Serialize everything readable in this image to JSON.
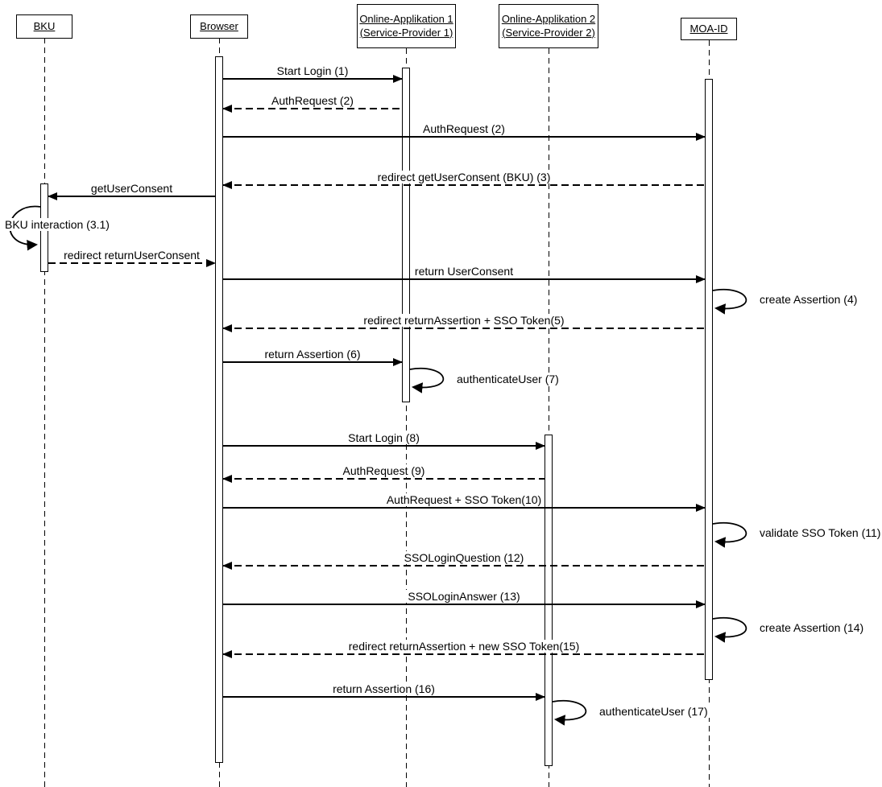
{
  "diagram": {
    "type": "uml-sequence-diagram",
    "actors": [
      {
        "id": "bku",
        "label": "BKU"
      },
      {
        "id": "browser",
        "label": "Browser"
      },
      {
        "id": "oa1",
        "label": "Online-Applikation 1",
        "label2": "(Service-Provider 1)"
      },
      {
        "id": "oa2",
        "label": "Online-Applikation 2",
        "label2": "(Service-Provider 2)"
      },
      {
        "id": "moaid",
        "label": "MOA-ID"
      }
    ],
    "messages": [
      {
        "text": "Start Login (1)",
        "kind": "call",
        "from": "browser",
        "to": "oa1"
      },
      {
        "text": "AuthRequest (2)",
        "kind": "return",
        "from": "oa1",
        "to": "browser"
      },
      {
        "text": "AuthRequest (2)",
        "kind": "call",
        "from": "browser",
        "to": "moaid"
      },
      {
        "text": "redirect getUserConsent (BKU) (3)",
        "kind": "return",
        "from": "moaid",
        "to": "browser"
      },
      {
        "text": "getUserConsent",
        "kind": "call",
        "from": "browser",
        "to": "bku"
      },
      {
        "text": "BKU interaction (3.1)",
        "kind": "self",
        "from": "bku",
        "to": "bku"
      },
      {
        "text": "redirect returnUserConsent",
        "kind": "return",
        "from": "bku",
        "to": "browser"
      },
      {
        "text": "return UserConsent",
        "kind": "call",
        "from": "browser",
        "to": "moaid"
      },
      {
        "text": "create Assertion (4)",
        "kind": "self",
        "from": "moaid",
        "to": "moaid"
      },
      {
        "text": "redirect returnAssertion + SSO Token(5)",
        "kind": "return",
        "from": "moaid",
        "to": "browser"
      },
      {
        "text": "return Assertion (6)",
        "kind": "call",
        "from": "browser",
        "to": "oa1"
      },
      {
        "text": "authenticateUser (7)",
        "kind": "self",
        "from": "oa1",
        "to": "oa1"
      },
      {
        "text": "Start Login (8)",
        "kind": "call",
        "from": "browser",
        "to": "oa2"
      },
      {
        "text": "AuthRequest (9)",
        "kind": "return",
        "from": "oa2",
        "to": "browser"
      },
      {
        "text": "AuthRequest + SSO Token(10)",
        "kind": "call",
        "from": "browser",
        "to": "moaid"
      },
      {
        "text": "validate SSO Token (11)",
        "kind": "self",
        "from": "moaid",
        "to": "moaid"
      },
      {
        "text": "SSOLoginQuestion (12)",
        "kind": "return",
        "from": "moaid",
        "to": "browser"
      },
      {
        "text": "SSOLoginAnswer (13)",
        "kind": "call",
        "from": "browser",
        "to": "moaid"
      },
      {
        "text": "create Assertion (14)",
        "kind": "self",
        "from": "moaid",
        "to": "moaid"
      },
      {
        "text": "redirect returnAssertion + new SSO Token(15)",
        "kind": "return",
        "from": "moaid",
        "to": "browser"
      },
      {
        "text": "return Assertion (16)",
        "kind": "call",
        "from": "browser",
        "to": "oa2"
      },
      {
        "text": "authenticateUser (17)",
        "kind": "self",
        "from": "oa2",
        "to": "oa2"
      }
    ],
    "colors": {
      "line": "#000000",
      "background": "#ffffff"
    }
  }
}
